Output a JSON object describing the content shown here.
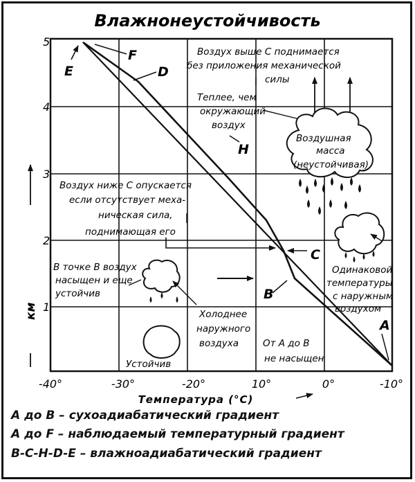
{
  "title": "Влажнонеустойчивость",
  "x_axis": {
    "label": "Температура (°C)",
    "ticks": [
      "-40°",
      "-30°",
      "-20°",
      "10°",
      "0°",
      "-10°"
    ]
  },
  "y_axis": {
    "label": "км",
    "ticks": [
      "5",
      "4",
      "3",
      "2",
      "1"
    ]
  },
  "points": {
    "A": "A",
    "B": "B",
    "C": "C",
    "D": "D",
    "E": "E",
    "F": "F",
    "H": "H"
  },
  "annotations": {
    "above_c_1": "Воздух выше С поднимается",
    "above_c_2": "без приложения механической",
    "above_c_3": "силы",
    "warmer_1": "Теплее, чем",
    "warmer_2": "окружающий",
    "warmer_3": "воздух",
    "mass_1": "Воздушная",
    "mass_2": "масса",
    "mass_3": "(неустойчивая)",
    "below_c_1": "Воздух ниже С опускается",
    "below_c_2": "если отсутствует меха-",
    "below_c_3": "ническая сила,",
    "below_c_4": "поднимающая его",
    "at_b_1": "В точке В воздух",
    "at_b_2": "насыщен и еще",
    "at_b_3": "устойчив",
    "colder_1": "Холоднее",
    "colder_2": "наружного",
    "colder_3": "воздуха",
    "same_1": "Одинаковой",
    "same_2": "температуры",
    "same_3": "с наружным",
    "same_4": "воздухом",
    "ab_1": "От А до В",
    "ab_2": "не насыщен",
    "stable": "Устойчив"
  },
  "legend": [
    "А до В – сухоадиабатический градиент",
    "А до F – наблюдаемый температурный градиент",
    "В-С-Н-D-Е – влажноадиабатический градиент"
  ]
}
